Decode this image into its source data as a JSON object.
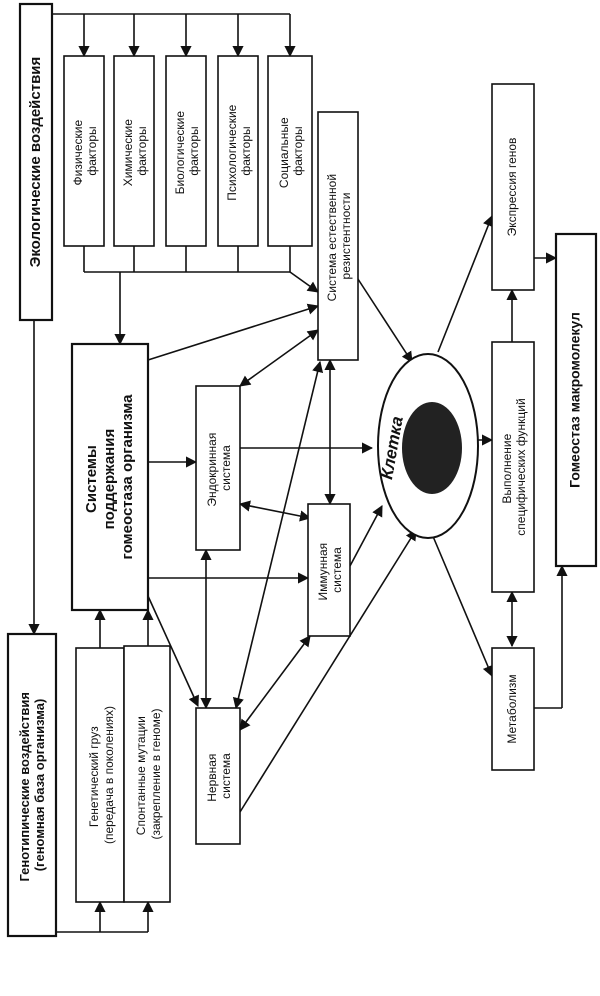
{
  "diagram": {
    "ecological": "Экологические воздействия",
    "factors": {
      "physical": [
        "Физические",
        "факторы"
      ],
      "chemical": [
        "Химические",
        "факторы"
      ],
      "biological": [
        "Биологические",
        "факторы"
      ],
      "psychological": [
        "Психологические",
        "факторы"
      ],
      "social": [
        "Социальные",
        "факторы"
      ]
    },
    "natural_resistance": [
      "Система естественной",
      "резистентности"
    ],
    "gene_expression": "Экспрессия генов",
    "homeostasis_systems": [
      "Системы",
      "поддержания",
      "гомеостаза организма"
    ],
    "endocrine": [
      "Эндокринная",
      "система"
    ],
    "immune": [
      "Иммунная",
      "система"
    ],
    "nervous": [
      "Нервная",
      "система"
    ],
    "cell": "Клетка",
    "specific_functions": [
      "Выполнение",
      "специфических функций"
    ],
    "metabolism": "Метаболизм",
    "macromolecule_homeostasis": "Гомеостаз макромолекул",
    "genotypic": [
      "Генотипические воздействия",
      "(геномная база организма)"
    ],
    "genetic_load": [
      "Генетический груз",
      "(передача в поколениях)"
    ],
    "spontaneous_mutations": [
      "Спонтанные мутации",
      "(закрепление в геноме)"
    ]
  }
}
